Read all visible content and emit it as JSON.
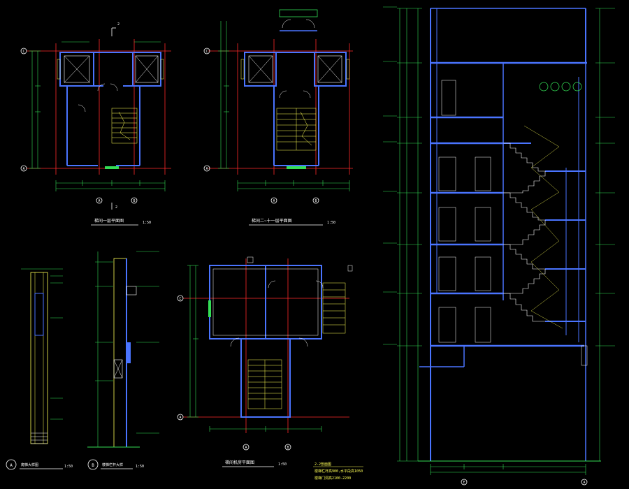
{
  "colors": {
    "background": "#000000",
    "wall": "#4a74ff",
    "axis": "#ff2a2a",
    "dim": "#33dd55",
    "stair": "#ffff55",
    "line": "#ffffff",
    "accent": "#00ffff"
  },
  "plan1": {
    "axis_h_top": "C",
    "axis_h_bot": "A",
    "axis_v_left": "A",
    "axis_v_right": "B",
    "section_mark": "2",
    "title": "梯间一层平面图",
    "scale": "1:50"
  },
  "plan2": {
    "axis_h_top": "C",
    "axis_h_bot": "A",
    "axis_v_left": "A",
    "axis_v_right": "B",
    "title": "梯间二~十一层平面图",
    "scale": "1:50"
  },
  "plan3": {
    "axis_h_top": "C",
    "axis_h_bot": "A",
    "axis_v_left": "A",
    "axis_v_right": "B",
    "title": "梯间机房平面图",
    "scale": "1:50"
  },
  "detailA": {
    "mark": "A",
    "title": "爬梯大样图",
    "scale": "1:50"
  },
  "detailB": {
    "mark": "B",
    "title": "楼梯栏杆大样",
    "scale": "1:50"
  },
  "section": {
    "title": "2-2剖面图",
    "notes": [
      "楼梯栏杆高900,水平段高1050",
      "楼梯门洞高2100-2200"
    ],
    "axis_left": "E",
    "axis_right": "A"
  }
}
